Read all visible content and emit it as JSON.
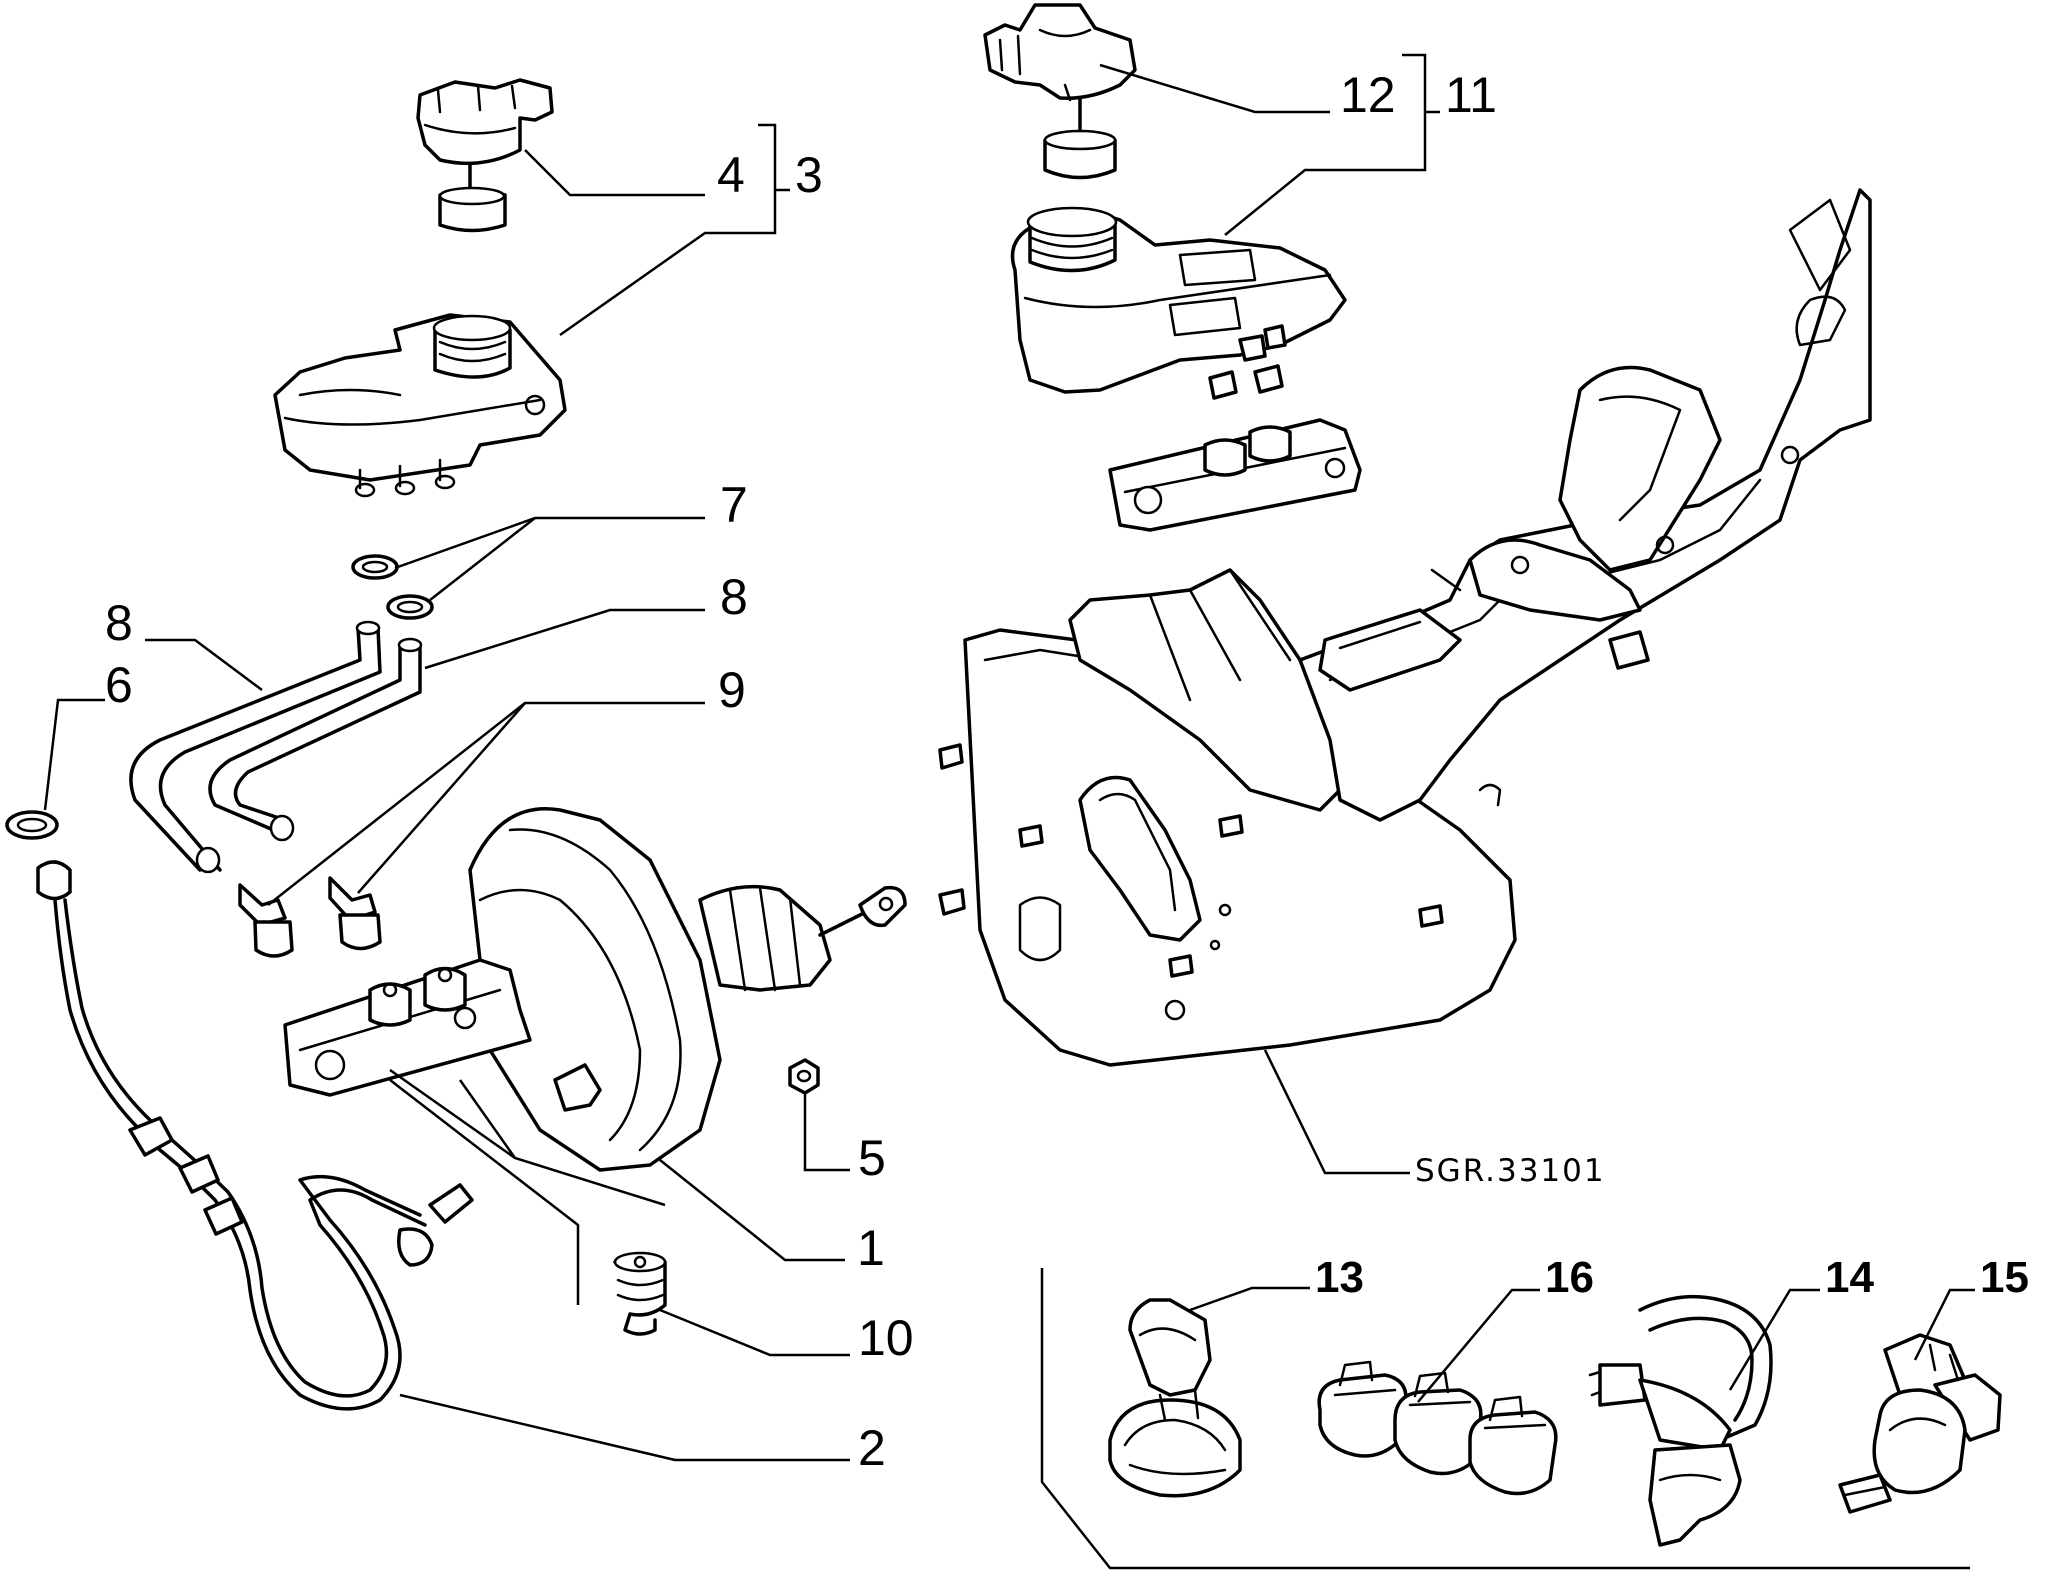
{
  "drawing_ref": "SGR.33101",
  "callouts": {
    "c1": "1",
    "c2": "2",
    "c3": "3",
    "c4": "4",
    "c5": "5",
    "c6": "6",
    "c7": "7",
    "c8a": "8",
    "c8b": "8",
    "c9": "9",
    "c10": "10",
    "c11": "11",
    "c12": "12",
    "c13": "13",
    "c14": "14",
    "c15": "15",
    "c16": "16"
  }
}
